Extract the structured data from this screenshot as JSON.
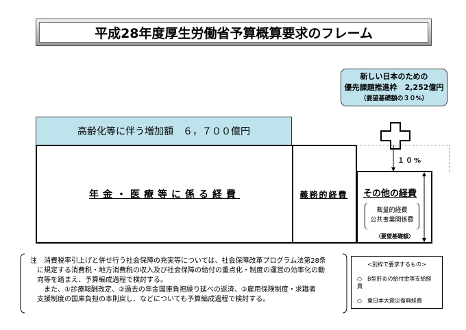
{
  "title": "平成28年度厚生労働省予算概算要求のフレーム",
  "priority_box": {
    "line1": "新しい日本のための",
    "line2": "優先課題推進枠　2,252億円",
    "line3": "（要望基礎額の３０%）"
  },
  "plus_icon": "plus-icon",
  "increase_bar": "高齢化等に伴う増加額　６，７００億円",
  "pension_box": "年金・医療等に係る経費",
  "gimu_box": "義務的経費",
  "percent_label": "１０%",
  "sonota_box": {
    "title": "その他の経費",
    "sub1": "裁量的経費",
    "sub2": "公共事業関係費",
    "base": "〈要望基礎額〉"
  },
  "notes": {
    "line1": "注　消費税率引上げと併せ行う社会保障の充実等については、社会保障改革プログラム法第28条",
    "line2": "に規定する消費税・地方消費税の収入及び社会保障の給付の重点化・制度の運営の効率化の動",
    "line3": "向等を踏まえ、予算編成過程で検討する。",
    "line4": "　また、①診療報酬改定、②過去の年金国庫負担繰り延べの返済、③雇用保険制度・求職者",
    "line5": "支援制度の国庫負担の本則戻し、などについても予算編成過程で検討する。"
  },
  "separate": {
    "header": "<別枠で要求するもの>",
    "items": [
      "○　B型肝炎の給付金等支給経費",
      "○　東日本大震災復興経費"
    ]
  }
}
